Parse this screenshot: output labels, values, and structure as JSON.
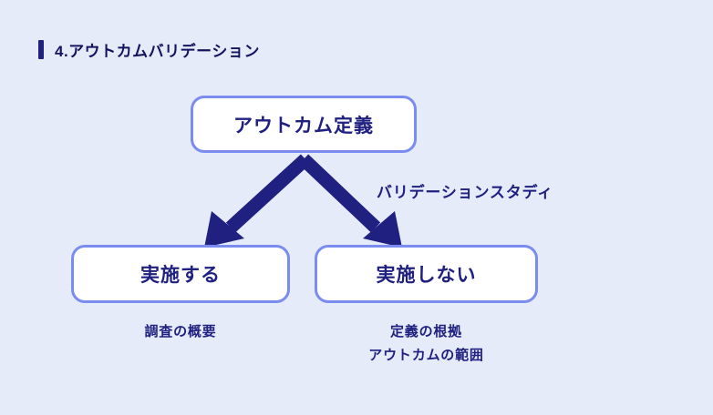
{
  "heading": {
    "text": "4.アウトカムバリデーション",
    "accent_color": "#1f2080"
  },
  "colors": {
    "background": "#e6ebfa",
    "box_border": "#7b8cf0",
    "box_fill": "#ffffff",
    "text_navy": "#1f2080",
    "arrow": "#1f2080"
  },
  "diagram": {
    "type": "flowchart",
    "nodes": {
      "root": {
        "label": "アウトカム定義"
      },
      "yes": {
        "label": "実施する"
      },
      "no": {
        "label": "実施しない"
      }
    },
    "edges": [
      {
        "from": "root",
        "to": "yes",
        "label": ""
      },
      {
        "from": "root",
        "to": "no",
        "label": "バリデーションスタディ"
      }
    ],
    "edge_label": "バリデーションスタディ",
    "captions": {
      "yes": "調査の概要",
      "no_line1": "定義の根拠",
      "no_line2": "アウトカムの範囲"
    }
  }
}
